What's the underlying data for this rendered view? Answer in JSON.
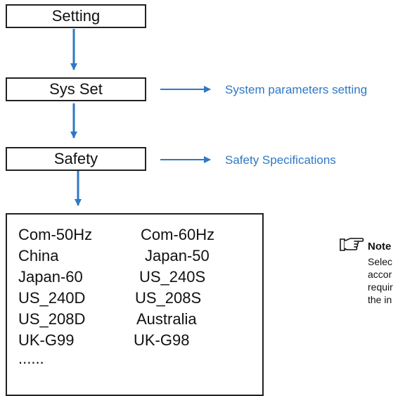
{
  "flow": {
    "setting": "Setting",
    "sys_set": "Sys Set",
    "safety": "Safety"
  },
  "annotations": {
    "sys_set_desc": "System parameters setting",
    "safety_desc": "Safety Specifications"
  },
  "safety_options": [
    [
      "Com-50Hz",
      "Com-60Hz"
    ],
    [
      "China",
      "Japan-50"
    ],
    [
      "Japan-60",
      "US_240S"
    ],
    [
      "US_240D",
      "US_208S"
    ],
    [
      "US_208D",
      "Australia"
    ],
    [
      "UK-G99",
      "UK-G98"
    ]
  ],
  "more": "......",
  "note": {
    "title": "Note",
    "lines": [
      "Selec",
      "accor",
      "requir",
      "the in"
    ]
  },
  "colors": {
    "arrow": "#2f78c4",
    "border": "#222222",
    "annotation_text": "#2f78c4"
  },
  "icons": {
    "note": "pointing-hand-icon"
  }
}
